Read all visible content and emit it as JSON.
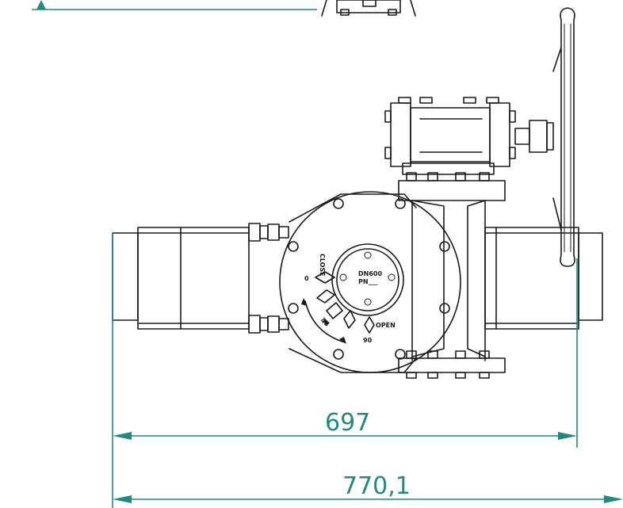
{
  "dimensions": {
    "inner_width": "697",
    "outer_width": "770,1"
  },
  "indicator": {
    "close_label": "CLOSE",
    "open_label": "OPEN",
    "close_value": "0",
    "open_value": "90",
    "mid_label": "45",
    "nameplate_line1": "DN600",
    "nameplate_line2": "PN___"
  },
  "colors": {
    "dimension": "#1f8a80",
    "outline": "#1a1a1a"
  }
}
